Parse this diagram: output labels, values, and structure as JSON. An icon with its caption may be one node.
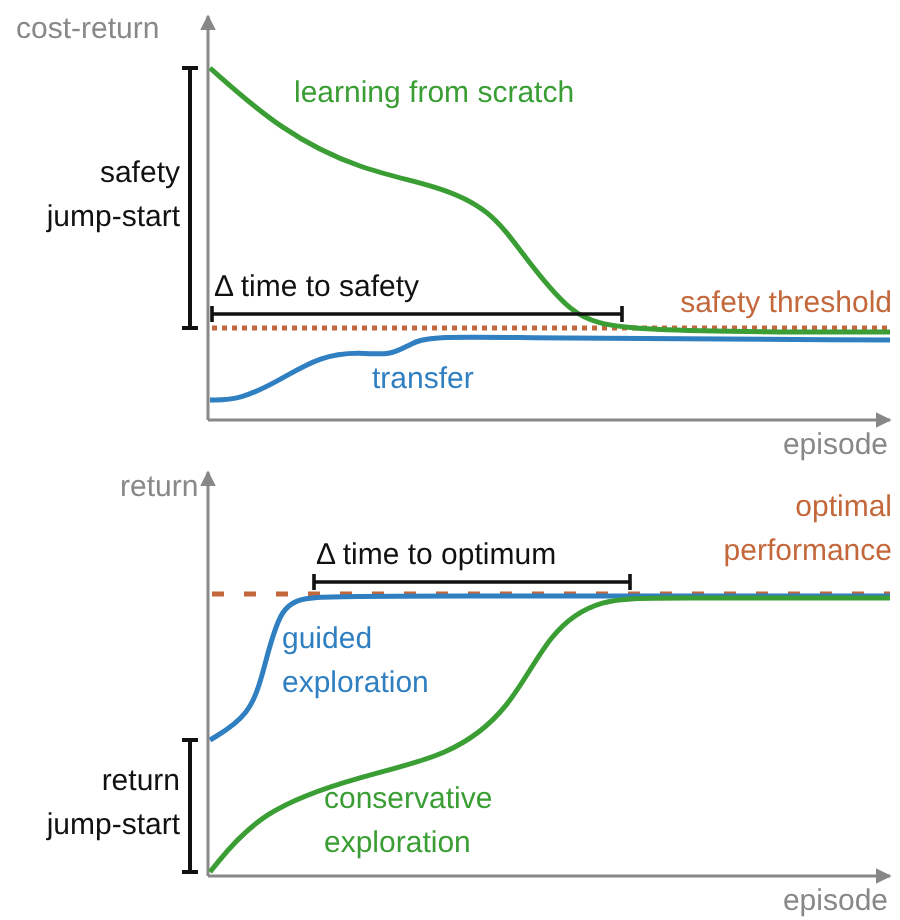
{
  "diagram": {
    "labels": [
      "cost-return",
      "learning from scratch",
      "safety jump-start",
      "Δ time to safety",
      "safety threshold",
      "transfer",
      "episode",
      "return",
      "optimal performance",
      "Δ time to optimum",
      "guided exploration",
      "return jump-start",
      "conservative exploration",
      "episode"
    ]
  }
}
